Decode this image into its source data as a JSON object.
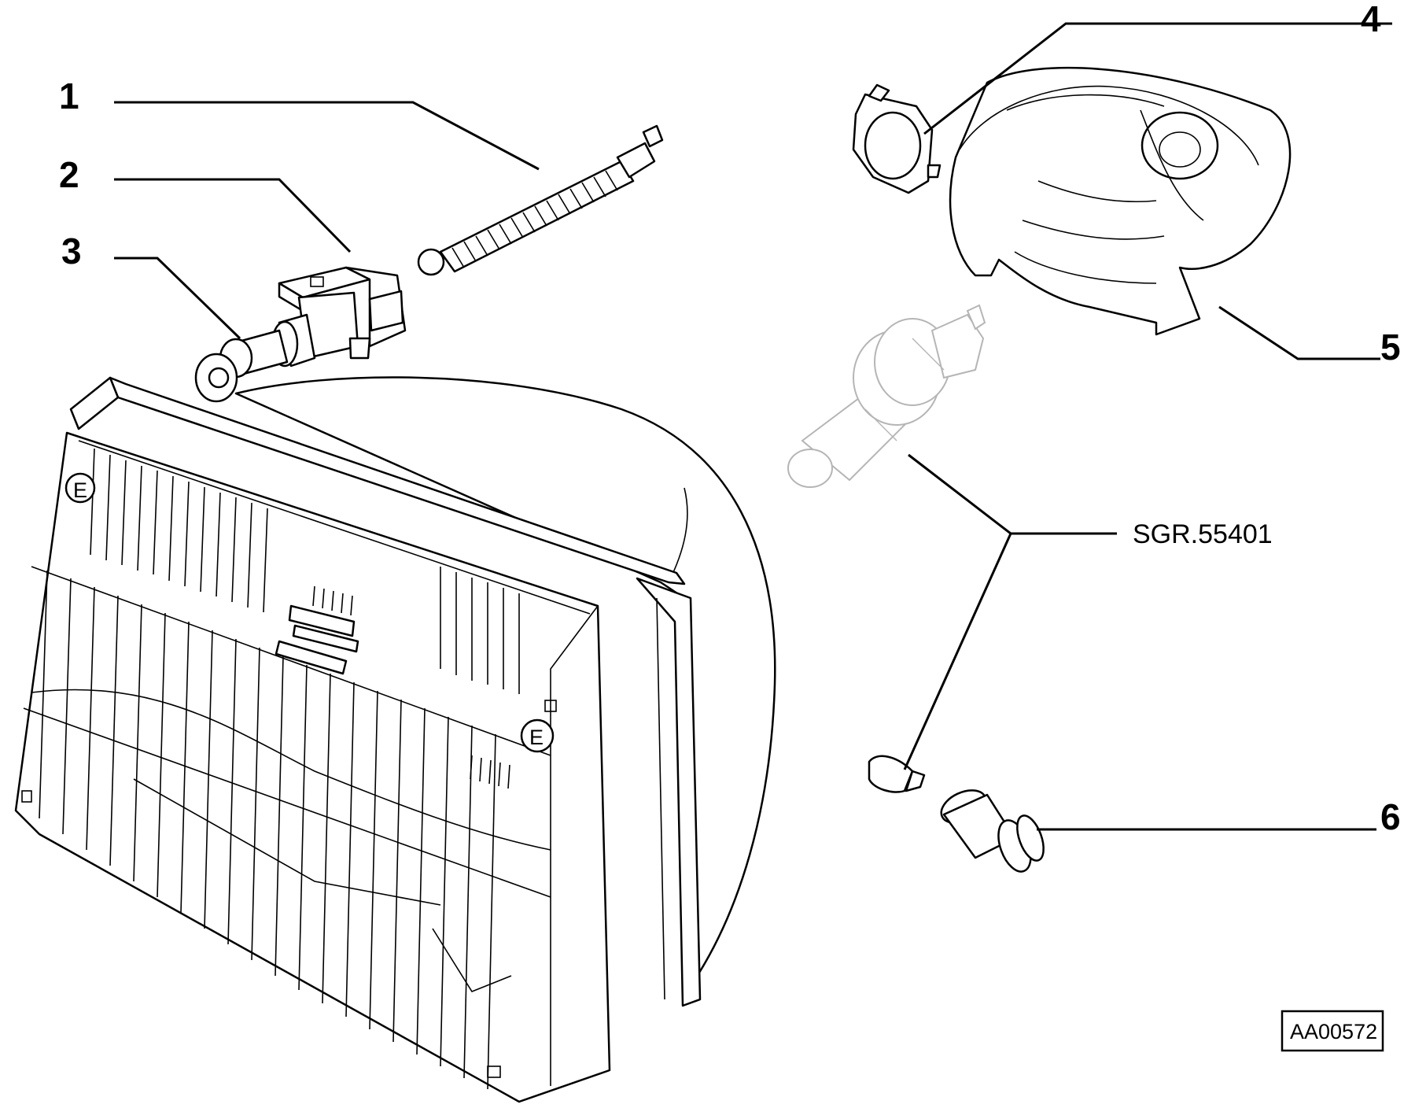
{
  "diagram": {
    "callouts": [
      {
        "id": "1",
        "label": "1"
      },
      {
        "id": "2",
        "label": "2"
      },
      {
        "id": "3",
        "label": "3"
      },
      {
        "id": "4",
        "label": "4"
      },
      {
        "id": "5",
        "label": "5"
      },
      {
        "id": "6",
        "label": "6"
      }
    ],
    "reference_label": "SGR.55401",
    "drawing_code": "AA00572",
    "emblem_marks": [
      "E",
      "E"
    ]
  }
}
